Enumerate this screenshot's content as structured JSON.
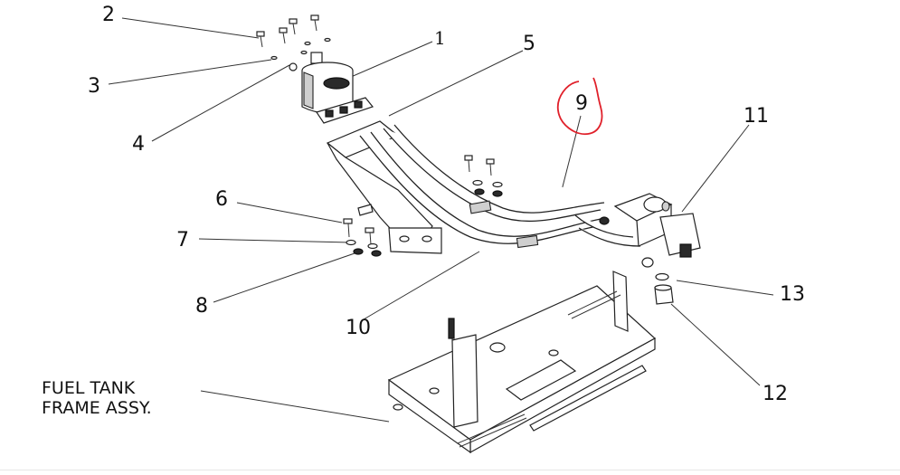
{
  "callouts": {
    "c1": "1",
    "c2": "2",
    "c3": "3",
    "c4": "4",
    "c5": "5",
    "c6": "6",
    "c7": "7",
    "c8": "8",
    "c9": "9",
    "c10": "10",
    "c11": "11",
    "c12": "12",
    "c13": "13"
  },
  "frame_label": {
    "line1": "FUEL TANK",
    "line2": "FRAME ASSY."
  },
  "colors": {
    "highlight_circle": "#e0202a",
    "line_art": "#222222"
  }
}
